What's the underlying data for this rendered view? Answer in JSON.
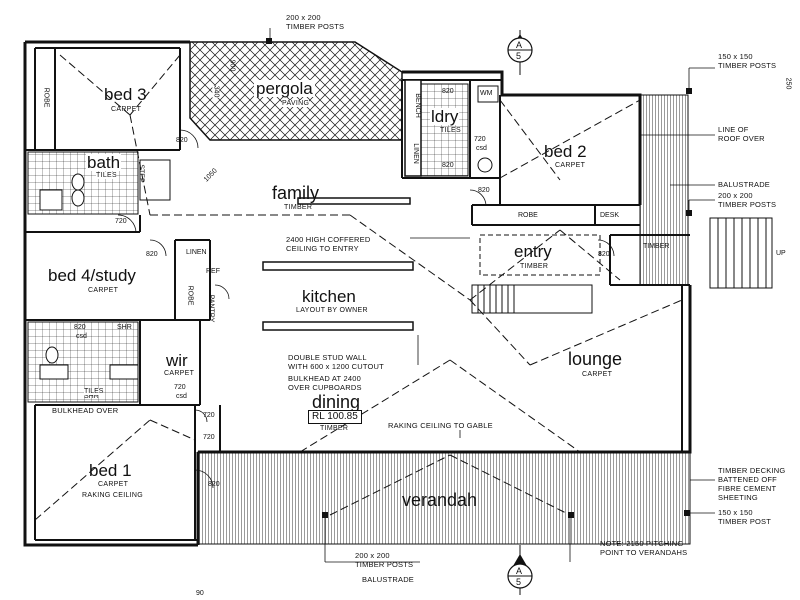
{
  "rooms": {
    "bed3": {
      "name": "bed 3",
      "finish": "CARPET"
    },
    "bed3_robe": "ROBE",
    "pergola": {
      "name": "pergola",
      "finish": "PAVING"
    },
    "ldry": {
      "name": "ldry",
      "finish": "TILES"
    },
    "bath": {
      "name": "bath",
      "finish": "TILES"
    },
    "bed2": {
      "name": "bed 2",
      "finish": "CARPET"
    },
    "family": {
      "name": "family",
      "finish": "TIMBER"
    },
    "entry": {
      "name": "entry",
      "finish": "TIMBER"
    },
    "bed4": {
      "name": "bed 4/study",
      "finish": "CARPET"
    },
    "kitchen": {
      "name": "kitchen",
      "finish": "LAYOUT BY OWNER"
    },
    "lounge": {
      "name": "lounge",
      "finish": "CARPET"
    },
    "wir": {
      "name": "wir",
      "finish": "CARPET"
    },
    "dining": {
      "name": "dining",
      "finish": "TIMBER"
    },
    "bed1": {
      "name": "bed 1",
      "finish": "CARPET",
      "finish2": "RAKING CEILING"
    },
    "verandah": {
      "name": "verandah"
    }
  },
  "labels": {
    "robe_bed2": "ROBE",
    "desk": "DESK",
    "linen_top": "LINEN",
    "bench": "BENCH",
    "linen_ldry": "LINEN",
    "wm": "WM",
    "robe_bed4": "ROBE",
    "linen": "LINEN",
    "ref": "REF",
    "pantry": "PANTRY",
    "shr_top": "SHR",
    "shr_ens": "SHR",
    "tiles_ens": "TILES",
    "step": "STEP",
    "timber_porch": "TIMBER",
    "rl": "RL 100.85",
    "up": "UP"
  },
  "door_sizes": {
    "d_bed3": "820",
    "d_ldry_top": "820",
    "d_ldry_mid": "820",
    "d_ldry_side": "720",
    "d_ldry_csd": "csd",
    "d_bed2": "820",
    "d_bath": "720",
    "d_bed4": "820",
    "d_entry": "820",
    "d_wc": "820",
    "d_wc_csd": "csd",
    "d_wir": "720",
    "d_wir_csd": "csd",
    "d_720a": "720",
    "d_720b": "720",
    "d_bed1": "820",
    "d_1050": "1050",
    "d_900": "900",
    "d_340": "340",
    "d_250": "250",
    "d_90": "90"
  },
  "annotations": {
    "timber_posts_top": [
      "200 x 200",
      "TIMBER POSTS"
    ],
    "timber_posts_tr": [
      "150 x 150",
      "TIMBER POSTS"
    ],
    "line_of_roof": [
      "LINE OF",
      "ROOF OVER"
    ],
    "balustrade_r": "BALUSTRADE",
    "timber_posts_r": [
      "200 x 200",
      "TIMBER POSTS"
    ],
    "coffered": [
      "2400 HIGH COFFERED",
      "CEILING TO ENTRY"
    ],
    "stud_wall": [
      "DOUBLE STUD WALL",
      "WITH 600 x 1200 CUTOUT"
    ],
    "bulkhead_cup": [
      "BULKHEAD AT 2400",
      "OVER CUPBOARDS"
    ],
    "bulkhead_over": "BULKHEAD OVER",
    "raking_gable": "RAKING CEILING TO GABLE",
    "timber_decking": [
      "TIMBER DECKING",
      "BATTENED OFF",
      "FIBRE CEMENT",
      "SHEETING"
    ],
    "timber_post_br": [
      "150 x 150",
      "TIMBER POST"
    ],
    "pitching": [
      "NOTE: 2150 PITCHING",
      "POINT TO VERANDAHS"
    ],
    "timber_posts_bottom": [
      "200 x 200",
      "TIMBER POSTS"
    ],
    "balustrade_bottom": "BALUSTRADE"
  },
  "section_markers": {
    "top": {
      "letter": "A",
      "number": "5"
    },
    "bottom": {
      "letter": "A",
      "number": "5"
    }
  },
  "colors": {
    "line": "#111111",
    "paper": "#ffffff"
  }
}
